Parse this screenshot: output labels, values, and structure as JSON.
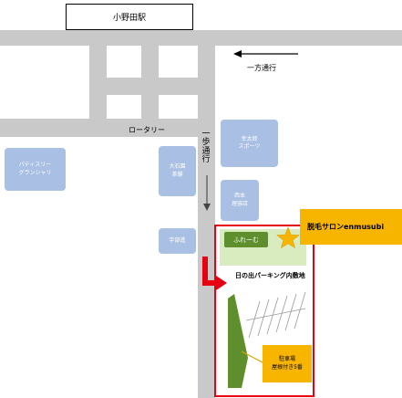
{
  "station": {
    "name": "小野田駅"
  },
  "labels": {
    "one_way": "一方通行",
    "rotary": "ロータリー",
    "walking_path_chars": [
      "一",
      "歩",
      "通",
      "行"
    ],
    "parking_lot": "日の出パーキング内敷地"
  },
  "buildings": {
    "patisserie": "パティスリー\nグランシャリ",
    "oishi_tea": "大石園\n茶舗",
    "utabe": "宇部進",
    "kotaro_sports": "幸太郎\nスポーツ",
    "nishimoto_barber": "西本\n理容店"
  },
  "salon": {
    "name": "脱毛サロンenmusubi"
  },
  "fureai": {
    "label": "ふれーむ"
  },
  "parking_note": {
    "text": "駐車場\n屋根付き5番"
  },
  "colors": {
    "road": "#c9c9c9",
    "building": "#a9bfe3",
    "highlight_red": "#e60012",
    "salon_yellow": "#f7b500",
    "star": "#f7b500",
    "green_area": "#d9ecc0",
    "green_dark": "#5f8f2c"
  },
  "icons": [
    "star-icon",
    "arrow-left-icon",
    "arrow-down-icon",
    "red-turn-arrow-icon"
  ]
}
